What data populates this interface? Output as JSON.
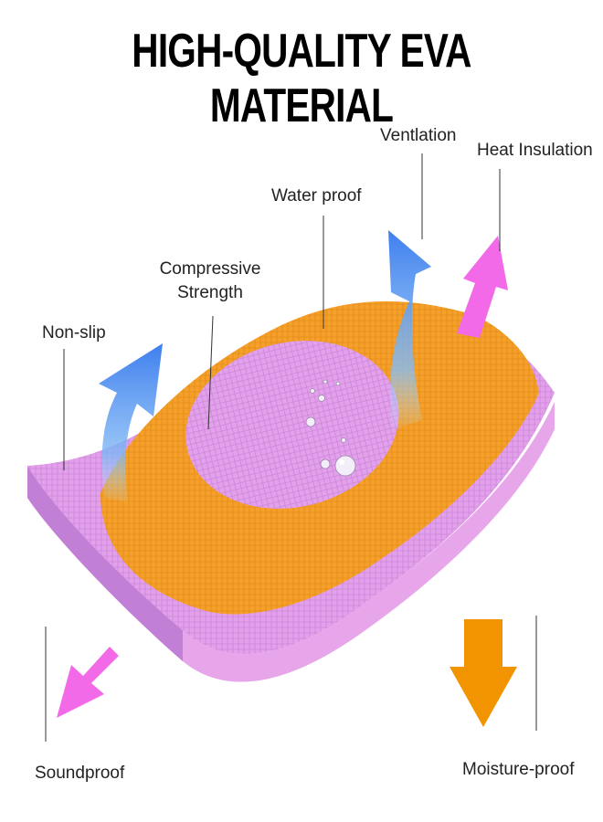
{
  "title": "HIGH-QUALITY EVA MATERIAL",
  "labels": {
    "ventilation": "Ventlation",
    "heat_insulation": "Heat Insulation",
    "water_proof": "Water proof",
    "compressive_line1": "Compressive",
    "compressive_line2": "Strength",
    "non_slip": "Non-slip",
    "soundproof": "Soundproof",
    "moisture_proof": "Moisture-proof"
  },
  "colors": {
    "orange": "#F4A02A",
    "pink": "#E9A3EC",
    "pink_side": "#C98AD8",
    "magenta_arrow": "#F06AE6",
    "blue_arrow": "#4A8CF0",
    "orange_arrow": "#F29400"
  },
  "icons": [
    "ventilation-arrow-icon",
    "heat-insulation-arrow-icon",
    "non-slip-arrow-icon",
    "soundproof-arrow-icon",
    "moisture-proof-arrow-icon",
    "water-drops-icon"
  ]
}
